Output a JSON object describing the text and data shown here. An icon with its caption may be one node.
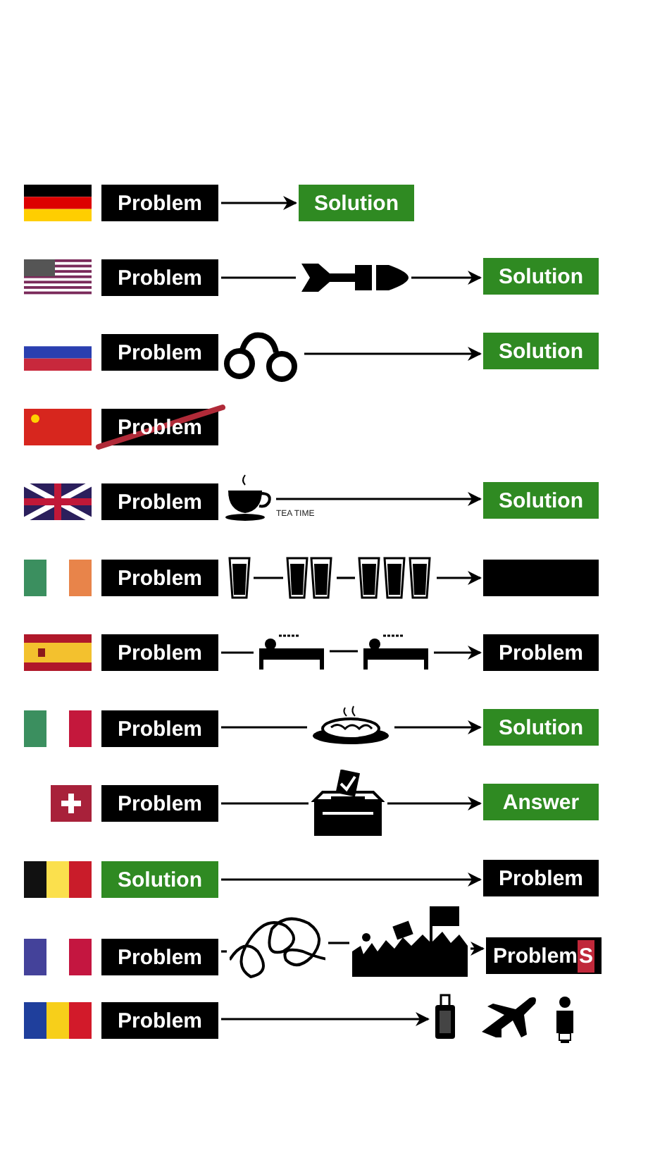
{
  "diagram": {
    "nodes": [
      {
        "text": [
          "Problem"
        ]
      },
      {
        "text": [
          "Solution"
        ]
      },
      {
        "text": [
          "Problem"
        ]
      },
      {
        "text": [],
        "shape": "picture"
      },
      {
        "text": [
          "Solution"
        ]
      },
      {
        "text": [
          "Problem"
        ]
      },
      {
        "text": [],
        "shape": "picture"
      },
      {
        "text": [
          "Solution"
        ]
      },
      {
        "text": [
          "Problem"
        ]
      },
      {
        "text": [
          "Problem"
        ]
      },
      {
        "text": [],
        "shape": "picture",
        "beside": [
          "TEA TIME"
        ]
      },
      {
        "text": [
          "Solution"
        ]
      },
      {
        "text": [
          "Problem"
        ]
      },
      {
        "text": [],
        "shape": "picture"
      },
      {
        "text": [],
        "shape": "picture"
      },
      {
        "text": [],
        "shape": "picture"
      },
      {
        "text": [],
        "shape": "box"
      },
      {
        "text": [
          "Problem"
        ]
      },
      {
        "text": [],
        "shape": "picture"
      },
      {
        "text": [],
        "shape": "picture"
      },
      {
        "text": [
          "Problem"
        ]
      },
      {
        "text": [
          "Problem"
        ]
      },
      {
        "text": [],
        "shape": "picture"
      },
      {
        "text": [
          "Solution"
        ]
      },
      {
        "text": [
          "Problem"
        ]
      },
      {
        "text": [],
        "shape": "picture"
      },
      {
        "text": [
          "Answer"
        ]
      },
      {
        "text": [
          "Solution"
        ]
      },
      {
        "text": [
          "Problem"
        ]
      },
      {
        "text": [
          "Problem"
        ]
      },
      {
        "text": [],
        "shape": "picture"
      },
      {
        "text": [],
        "shape": "picture"
      },
      {
        "text": [
          "ProblemS"
        ]
      },
      {
        "text": [
          "Problem"
        ]
      },
      {
        "text": [],
        "shape": "picture"
      },
      {
        "text": [],
        "shape": "picture"
      },
      {
        "text": [],
        "shape": "picture"
      }
    ],
    "edges": [
      {
        "from": 0,
        "to": 1,
        "arrow": "to"
      },
      {
        "from": 2,
        "to": 3,
        "arrow": "none"
      },
      {
        "from": 3,
        "to": 4,
        "arrow": "to"
      },
      {
        "from": 6,
        "to": 7,
        "arrow": "to"
      },
      {
        "from": 10,
        "to": 11,
        "arrow": "to"
      },
      {
        "from": 13,
        "to": 14,
        "arrow": "none"
      },
      {
        "from": 14,
        "to": 15,
        "arrow": "none"
      },
      {
        "from": 15,
        "to": 16,
        "arrow": "to"
      },
      {
        "from": 17,
        "to": 18,
        "arrow": "none"
      },
      {
        "from": 18,
        "to": 19,
        "arrow": "none"
      },
      {
        "from": 19,
        "to": 20,
        "arrow": "to"
      },
      {
        "from": 21,
        "to": 22,
        "arrow": "none"
      },
      {
        "from": 22,
        "to": 23,
        "arrow": "to"
      },
      {
        "from": 24,
        "to": 25,
        "arrow": "none"
      },
      {
        "from": 25,
        "to": 26,
        "arrow": "to"
      },
      {
        "from": 27,
        "to": 28,
        "arrow": "to"
      },
      {
        "from": 29,
        "to": 30,
        "arrow": "none"
      },
      {
        "from": 30,
        "to": 31,
        "arrow": "none"
      },
      {
        "from": 31,
        "to": 32,
        "arrow": "to"
      },
      {
        "from": 33,
        "to": 34,
        "arrow": "to"
      }
    ]
  }
}
